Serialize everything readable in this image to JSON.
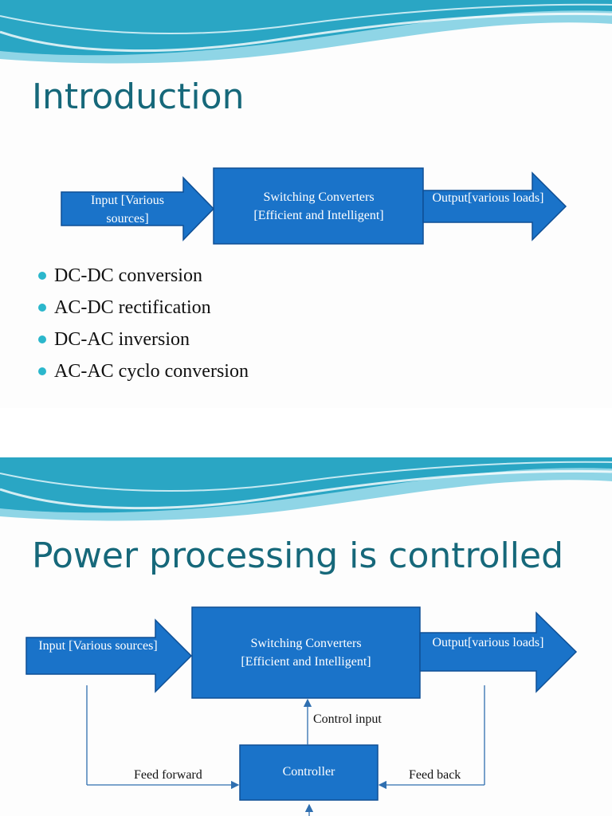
{
  "colors": {
    "title": "#16687a",
    "box_fill": "#1a73c9",
    "box_stroke": "#0e4f95",
    "bullet": "#2bb7cc",
    "swoosh_dark": "#2aa6c4",
    "swoosh_light": "#8fd5e6"
  },
  "slide1": {
    "title": "Introduction",
    "input_label": "Input [Various sources]",
    "converter_line1": "Switching Converters",
    "converter_line2": "[Efficient  and Intelligent]",
    "output_label": "Output[various loads]",
    "bullets": [
      "DC-DC conversion",
      "AC-DC rectification",
      "DC-AC inversion",
      "AC-AC cyclo conversion"
    ]
  },
  "slide2": {
    "title": "Power processing is controlled",
    "input_label": "Input [Various sources]",
    "converter_line1": "Switching Converters",
    "converter_line2": "[Efficient  and Intelligent]",
    "output_label": "Output[various loads]",
    "controller_label": "Controller",
    "control_input_label": "Control input",
    "feed_forward_label": "Feed forward",
    "feed_back_label": "Feed back"
  }
}
